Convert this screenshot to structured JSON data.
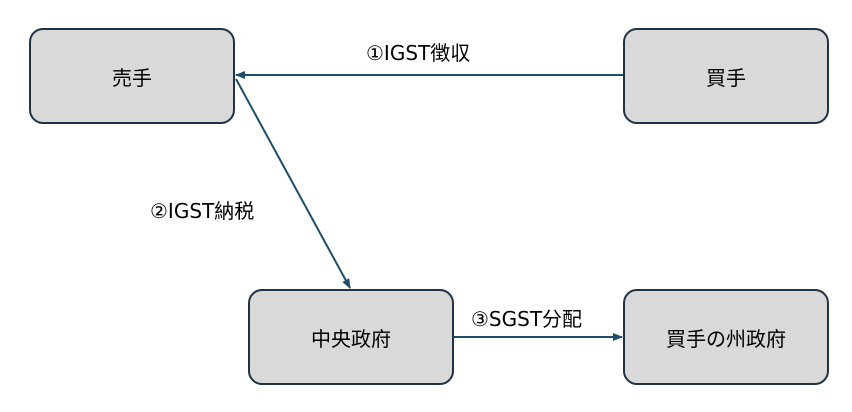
{
  "nodes": {
    "seller": "売手",
    "buyer": "買手",
    "central_gov": "中央政府",
    "buyer_state_gov": "買手の州政府"
  },
  "edges": {
    "igst_collection": "①IGST徴収",
    "igst_payment": "②IGST納税",
    "sgst_distribution": "③SGST分配"
  },
  "colors": {
    "box_fill": "#d9d9d9",
    "box_border": "#1f3344",
    "arrow": "#1f4e6b"
  }
}
